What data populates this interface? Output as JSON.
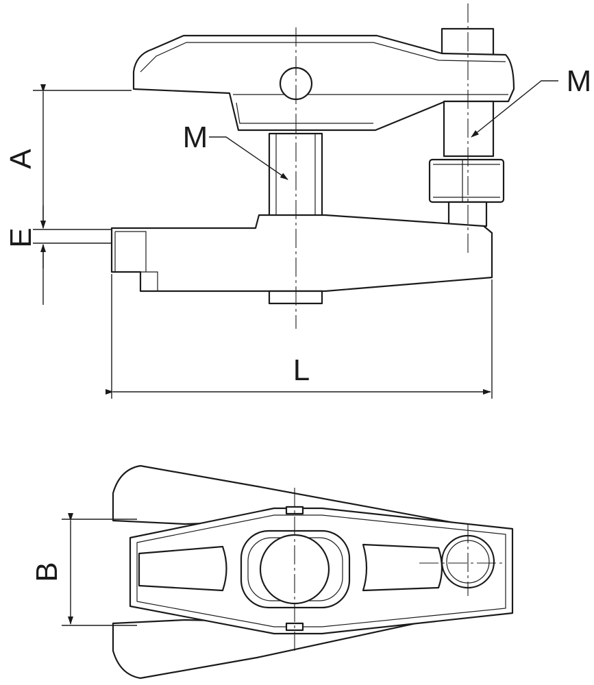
{
  "labels": {
    "dim_a": "A",
    "dim_e": "E",
    "dim_l": "L",
    "dim_b": "B",
    "thread_center": "M",
    "thread_side": "M"
  },
  "colors": {
    "line": "#1a1a1a",
    "background": "#ffffff"
  }
}
